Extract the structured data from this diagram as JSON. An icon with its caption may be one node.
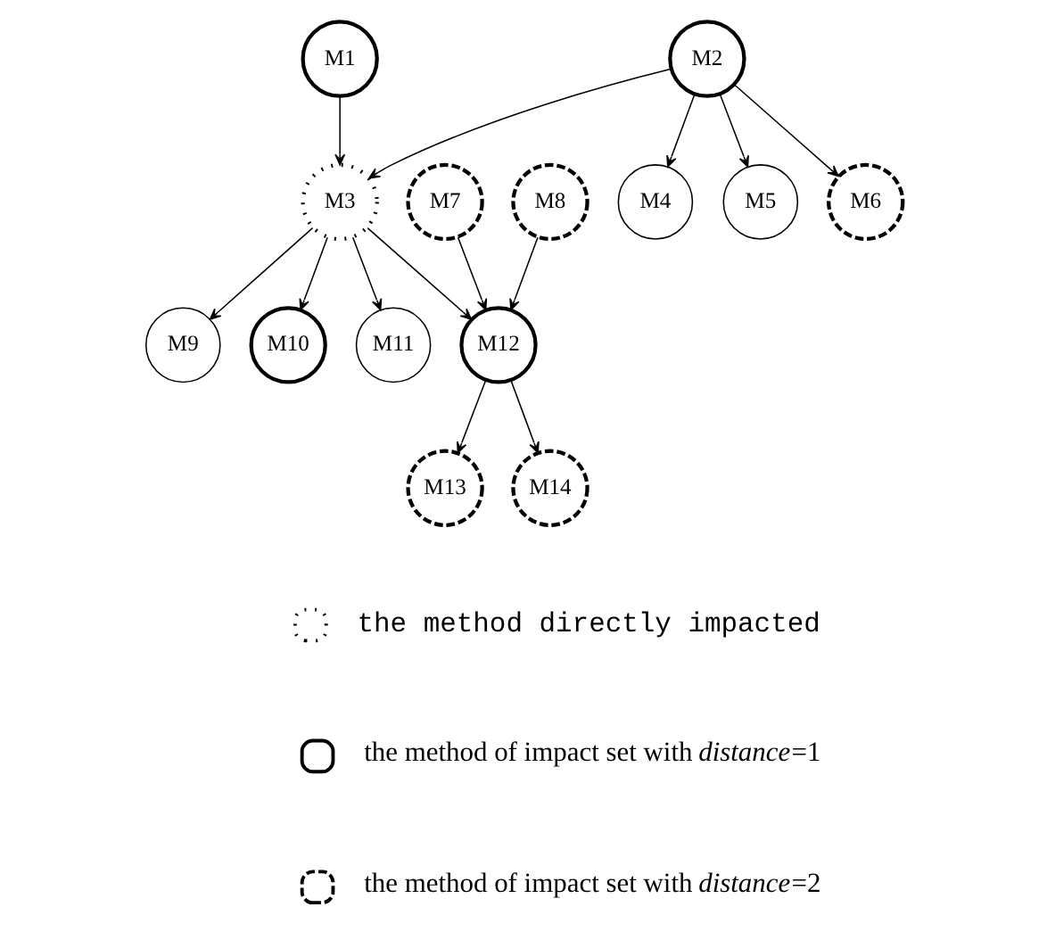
{
  "diagram": {
    "nodes": [
      {
        "text": [
          "M1"
        ]
      },
      {
        "text": [
          "M2"
        ]
      },
      {
        "text": [
          "M3"
        ]
      },
      {
        "text": [
          "M4"
        ]
      },
      {
        "text": [
          "M5"
        ]
      },
      {
        "text": [
          "M6"
        ]
      },
      {
        "text": [
          "M7"
        ]
      },
      {
        "text": [
          "M8"
        ]
      },
      {
        "text": [
          "M9"
        ]
      },
      {
        "text": [
          "M10"
        ]
      },
      {
        "text": [
          "M11"
        ]
      },
      {
        "text": [
          "M12"
        ]
      },
      {
        "text": [
          "M13"
        ]
      },
      {
        "text": [
          "M14"
        ]
      }
    ],
    "edges": [
      {
        "from": 0,
        "to": 2,
        "arrow": "to"
      },
      {
        "from": 1,
        "to": 2,
        "arrow": "to"
      },
      {
        "from": 1,
        "to": 3,
        "arrow": "to"
      },
      {
        "from": 1,
        "to": 4,
        "arrow": "to"
      },
      {
        "from": 1,
        "to": 5,
        "arrow": "to"
      },
      {
        "from": 2,
        "to": 8,
        "arrow": "to"
      },
      {
        "from": 2,
        "to": 9,
        "arrow": "to"
      },
      {
        "from": 2,
        "to": 10,
        "arrow": "to"
      },
      {
        "from": 2,
        "to": 11,
        "arrow": "to"
      },
      {
        "from": 6,
        "to": 11,
        "arrow": "to"
      },
      {
        "from": 7,
        "to": 11,
        "arrow": "to"
      },
      {
        "from": 11,
        "to": 12,
        "arrow": "to"
      },
      {
        "from": 11,
        "to": 13,
        "arrow": "to"
      }
    ],
    "legend": [
      {
        "text": "the method directly impacted"
      },
      {
        "text": "the method of impact set with *distance*=1"
      },
      {
        "text": "the method of impact set with *distance*=2"
      }
    ]
  }
}
